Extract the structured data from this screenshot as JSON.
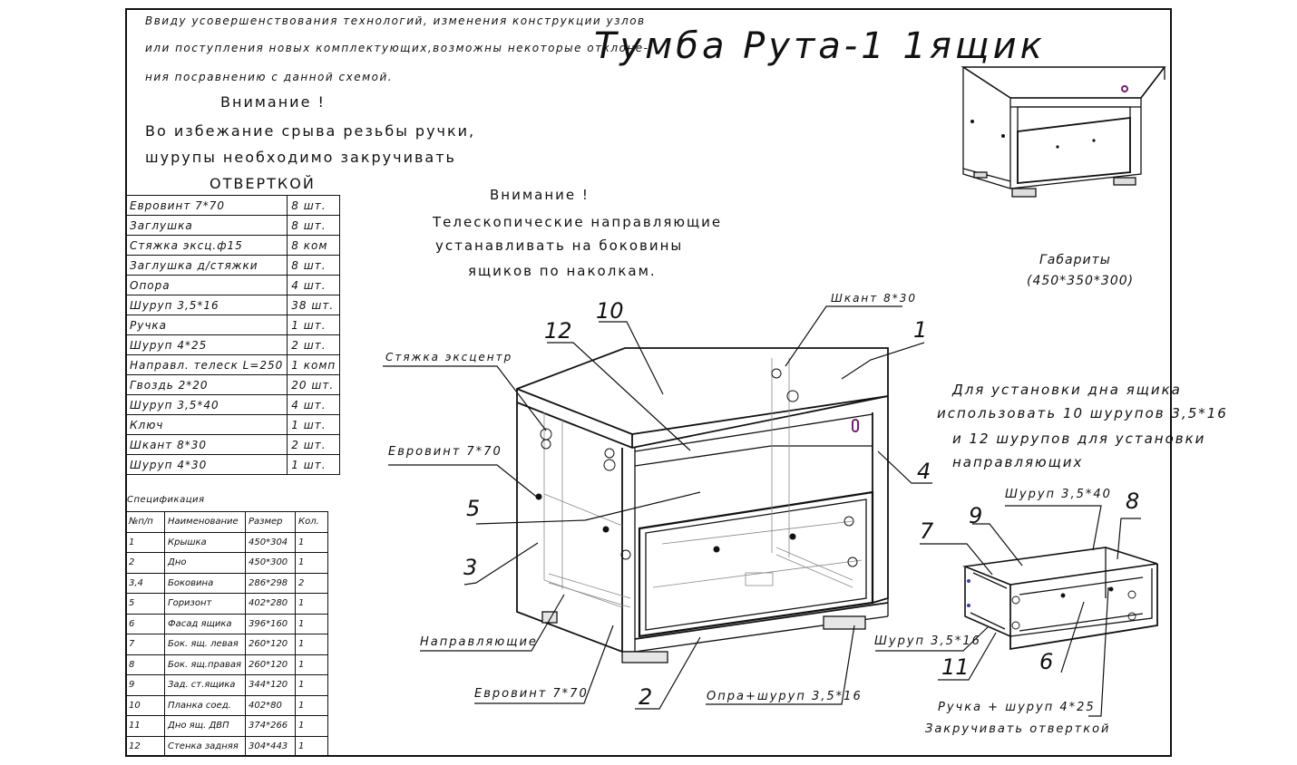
{
  "title": "Тумба Рута-1 1ящик",
  "disclaimer": [
    "Ввиду усовершенствования технологий, изменения конструкции узлов",
    "или поступления новых комплектующих,возможны некоторые отклоне-",
    "ния посравнению с данной схемой."
  ],
  "warning1": {
    "heading": "Внимание !",
    "lines": [
      "Во избежание срыва резьбы ручки,",
      "шурупы необходимо закручивать",
      "ОТВЕРТКОЙ"
    ]
  },
  "warning2": {
    "heading": "Внимание !",
    "lines": [
      "Телескопические направляющие",
      "устанавливать на боковины",
      "ящиков по наколкам."
    ]
  },
  "dimensions": {
    "label": "Габариты",
    "value": "(450*350*300)"
  },
  "drawer_note": [
    "Для установки дна ящика",
    "использовать 10 шурупов 3,5*16",
    "и 12 шурупов для установки",
    "направляющих"
  ],
  "hardware": [
    {
      "name": "Евровинт 7*70",
      "qty": "8 шт."
    },
    {
      "name": "Заглушка",
      "qty": "8 шт."
    },
    {
      "name": "Стяжка эксц.ф15",
      "qty": "8 ком"
    },
    {
      "name": "Заглушка д/стяжки",
      "qty": "8 шт."
    },
    {
      "name": "Опора",
      "qty": "4 шт."
    },
    {
      "name": "Шуруп 3,5*16",
      "qty": "38 шт."
    },
    {
      "name": "Ручка",
      "qty": "1 шт."
    },
    {
      "name": "Шуруп 4*25",
      "qty": "2 шт."
    },
    {
      "name": "Направл. телеск L=250",
      "qty": "1 комп"
    },
    {
      "name": "Гвоздь 2*20",
      "qty": "20 шт."
    },
    {
      "name": "Шуруп 3,5*40",
      "qty": "4 шт."
    },
    {
      "name": "Ключ",
      "qty": "1 шт."
    },
    {
      "name": "Шкант 8*30",
      "qty": "2 шт."
    },
    {
      "name": "Шуруп 4*30",
      "qty": "1 шт."
    }
  ],
  "spec": {
    "caption": "Спецификация",
    "headers": [
      "№п/п",
      "Наименование",
      "Размер",
      "Кол."
    ],
    "rows": [
      [
        "1",
        "Крышка",
        "450*304",
        "1"
      ],
      [
        "2",
        "Дно",
        "450*300",
        "1"
      ],
      [
        "3,4",
        "Боковина",
        "286*298",
        "2"
      ],
      [
        "5",
        "Горизонт",
        "402*280",
        "1"
      ],
      [
        "6",
        "Фасад ящика",
        "396*160",
        "1"
      ],
      [
        "7",
        "Бок. ящ. левая",
        "260*120",
        "1"
      ],
      [
        "8",
        "Бок. ящ.правая",
        "260*120",
        "1"
      ],
      [
        "9",
        "Зад. ст.ящика",
        "344*120",
        "1"
      ],
      [
        "10",
        "Планка соед.",
        "402*80",
        "1"
      ],
      [
        "11",
        "Дно ящ. ДВП",
        "374*266",
        "1"
      ],
      [
        "12",
        "Стенка задняя",
        "304*443",
        "1"
      ]
    ]
  },
  "callouts": {
    "n1": "1",
    "n2": "2",
    "n3": "3",
    "n4": "4",
    "n5": "5",
    "n6": "6",
    "n7": "7",
    "n8": "8",
    "n9": "9",
    "n10": "10",
    "n11": "11",
    "n12": "12"
  },
  "labels": {
    "shkant": "Шкант 8*30",
    "styazhka": "Стяжка эксцентр",
    "evrovint_top": "Евровинт 7*70",
    "napr": "Направляющие",
    "evrovint_bottom": "Евровинт 7*70",
    "opora": "Опра+шуруп 3,5*16",
    "shurup340": "Шуруп 3,5*40",
    "shurup316": "Шуруп 3,5*16",
    "ruchka": "Ручка + шуруп 4*25",
    "zakruchivat": "Закручивать отверткой"
  }
}
